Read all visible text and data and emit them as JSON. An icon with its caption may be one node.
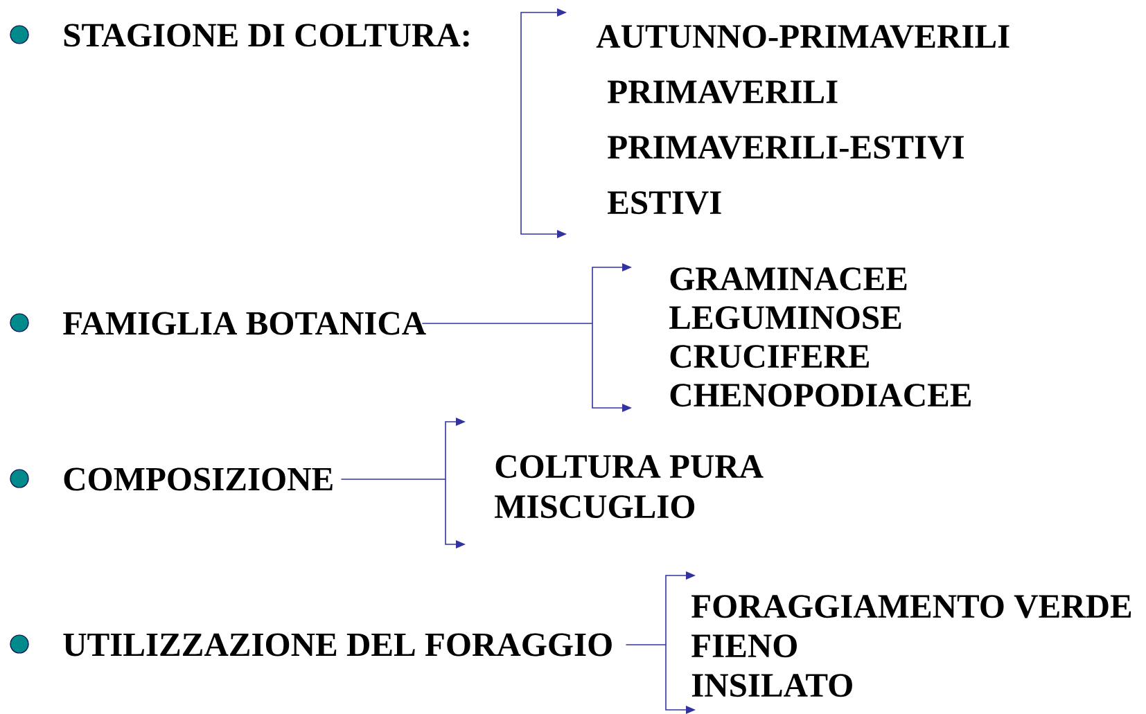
{
  "diagram": {
    "nodes": [
      {
        "text": [
          "STAGIONE DI COLTURA:"
        ]
      },
      {
        "text": [
          "AUTUNNO-PRIMAVERILI",
          "PRIMAVERILI",
          "PRIMAVERILI-ESTIVI",
          "ESTIVI"
        ]
      },
      {
        "text": [
          "FAMIGLIA BOTANICA"
        ]
      },
      {
        "text": [
          "GRAMINACEE",
          "LEGUMINOSE",
          "CRUCIFERE",
          "CHENOPODIACEE"
        ]
      },
      {
        "text": [
          "COMPOSIZIONE"
        ]
      },
      {
        "text": [
          "COLTURA PURA",
          "MISCUGLIO"
        ]
      },
      {
        "text": [
          "UTILIZZAZIONE DEL FORAGGIO"
        ]
      },
      {
        "text": [
          "FORAGGIAMENTO VERDE",
          "FIENO",
          "INSILATO"
        ]
      }
    ],
    "edges": [
      {
        "from": null,
        "to": 1,
        "arrow": "both"
      },
      {
        "from": 2,
        "to": 3,
        "arrow": "to"
      },
      {
        "from": 4,
        "to": 5,
        "arrow": "to"
      },
      {
        "from": 6,
        "to": 7,
        "arrow": "to"
      }
    ]
  }
}
